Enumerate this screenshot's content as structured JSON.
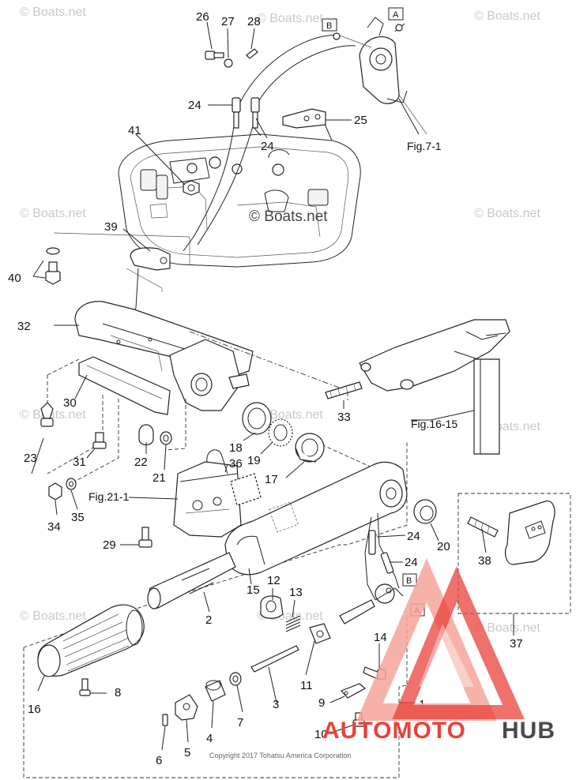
{
  "parts": [
    {
      "id": "p1",
      "label": "1"
    },
    {
      "id": "p2",
      "label": "2"
    },
    {
      "id": "p3",
      "label": "3"
    },
    {
      "id": "p4",
      "label": "4"
    },
    {
      "id": "p5",
      "label": "5"
    },
    {
      "id": "p6",
      "label": "6"
    },
    {
      "id": "p7",
      "label": "7"
    },
    {
      "id": "p8",
      "label": "8"
    },
    {
      "id": "p9",
      "label": "9"
    },
    {
      "id": "p10",
      "label": "10"
    },
    {
      "id": "p11",
      "label": "11"
    },
    {
      "id": "p12",
      "label": "12"
    },
    {
      "id": "p13",
      "label": "13"
    },
    {
      "id": "p14",
      "label": "14"
    },
    {
      "id": "p15",
      "label": "15"
    },
    {
      "id": "p16",
      "label": "16"
    },
    {
      "id": "p17",
      "label": "17"
    },
    {
      "id": "p18",
      "label": "18"
    },
    {
      "id": "p19",
      "label": "19"
    },
    {
      "id": "p20",
      "label": "20"
    },
    {
      "id": "p21",
      "label": "21"
    },
    {
      "id": "p22",
      "label": "22"
    },
    {
      "id": "p23",
      "label": "23"
    },
    {
      "id": "p24a",
      "label": "24"
    },
    {
      "id": "p24b",
      "label": "24"
    },
    {
      "id": "p24c",
      "label": "24"
    },
    {
      "id": "p24d",
      "label": "24"
    },
    {
      "id": "p25",
      "label": "25"
    },
    {
      "id": "p26",
      "label": "26"
    },
    {
      "id": "p27",
      "label": "27"
    },
    {
      "id": "p28",
      "label": "28"
    },
    {
      "id": "p29",
      "label": "29"
    },
    {
      "id": "p30",
      "label": "30"
    },
    {
      "id": "p31",
      "label": "31"
    },
    {
      "id": "p32",
      "label": "32"
    },
    {
      "id": "p33",
      "label": "33"
    },
    {
      "id": "p34",
      "label": "34"
    },
    {
      "id": "p35",
      "label": "35"
    },
    {
      "id": "p36",
      "label": "36"
    },
    {
      "id": "p37",
      "label": "37"
    },
    {
      "id": "p38",
      "label": "38"
    },
    {
      "id": "p39",
      "label": "39"
    },
    {
      "id": "p40",
      "label": "40"
    },
    {
      "id": "p41",
      "label": "41"
    }
  ],
  "figure_refs": {
    "fig7": "Fig.7-1",
    "fig16": "Fig.16-15",
    "fig21": "Fig.21-1"
  },
  "connectors": {
    "a": "A",
    "b": "B"
  },
  "watermark": {
    "small": "© Boats.net",
    "center": "© Boats.net"
  },
  "copyright": "Copyright 2017 Tohatsu America Corporation",
  "brand": {
    "auto": "AUTOMOTO",
    "hub": "HUB",
    "colors": {
      "accent": "#e8423a",
      "accent_light": "#f5a59a",
      "hub": "#4a4a4a"
    }
  }
}
